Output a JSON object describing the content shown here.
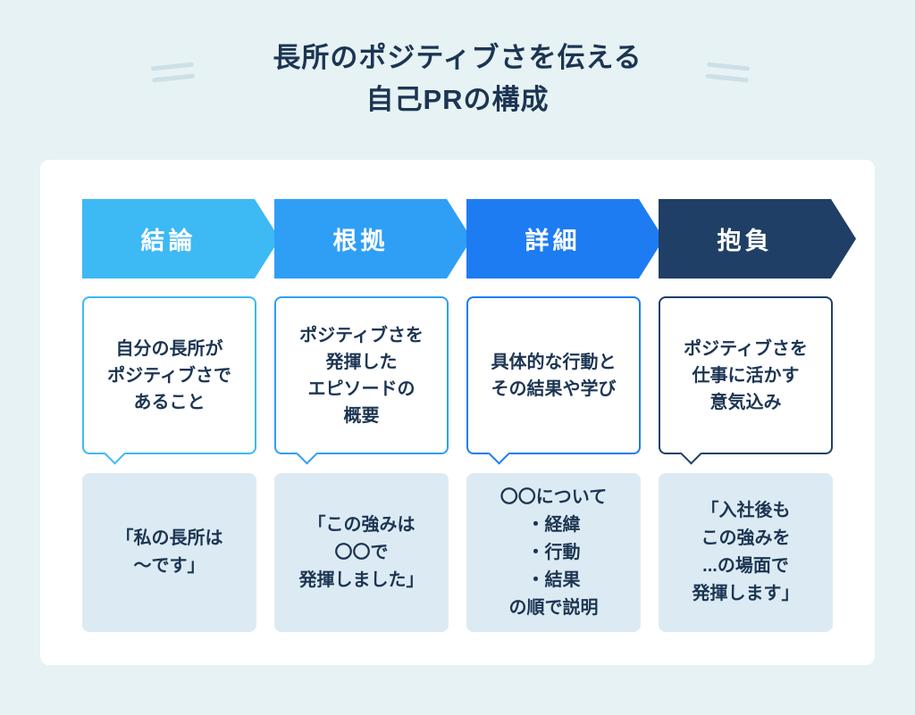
{
  "page": {
    "title": "長所のポジティブさを伝える\n自己PRの構成"
  },
  "colors": {
    "background": "#e6f2f3",
    "card": "#ffffff",
    "text": "#1c3553",
    "decor": "#cddfe7",
    "example_bg": "#dcebf3"
  },
  "columns": [
    {
      "id": "conclusion",
      "header": "結論",
      "color": "#3db9f4",
      "description": "自分の長所が\nポジティブさで\nあること",
      "example": "「私の長所は\n〜です」"
    },
    {
      "id": "evidence",
      "header": "根拠",
      "color": "#2f9ff5",
      "description": "ポジティブさを\n発揮した\nエピソードの\n概要",
      "example": "「この強みは\n〇〇で\n発揮しました」"
    },
    {
      "id": "detail",
      "header": "詳細",
      "color": "#1e7cf2",
      "description": "具体的な行動と\nその結果や学び",
      "example": "〇〇について\n・経緯\n・行動\n・結果\nの順で説明"
    },
    {
      "id": "aspiration",
      "header": "抱負",
      "color": "#1f3f66",
      "description": "ポジティブさを\n仕事に活かす\n意気込み",
      "example": "「入社後も\nこの強みを\n...の場面で\n発揮します」"
    }
  ]
}
